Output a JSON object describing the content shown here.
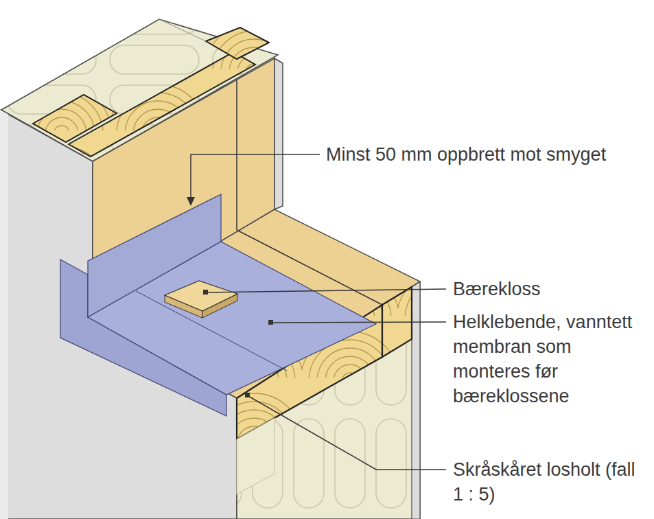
{
  "diagram": {
    "labels": [
      "Minst 50 mm oppbrett mot smyget",
      "Bærekloss",
      "Helklebende, vanntett membran som monteres før bæreklossene",
      "Skråskåret losholt (fall 1 : 5)"
    ]
  }
}
